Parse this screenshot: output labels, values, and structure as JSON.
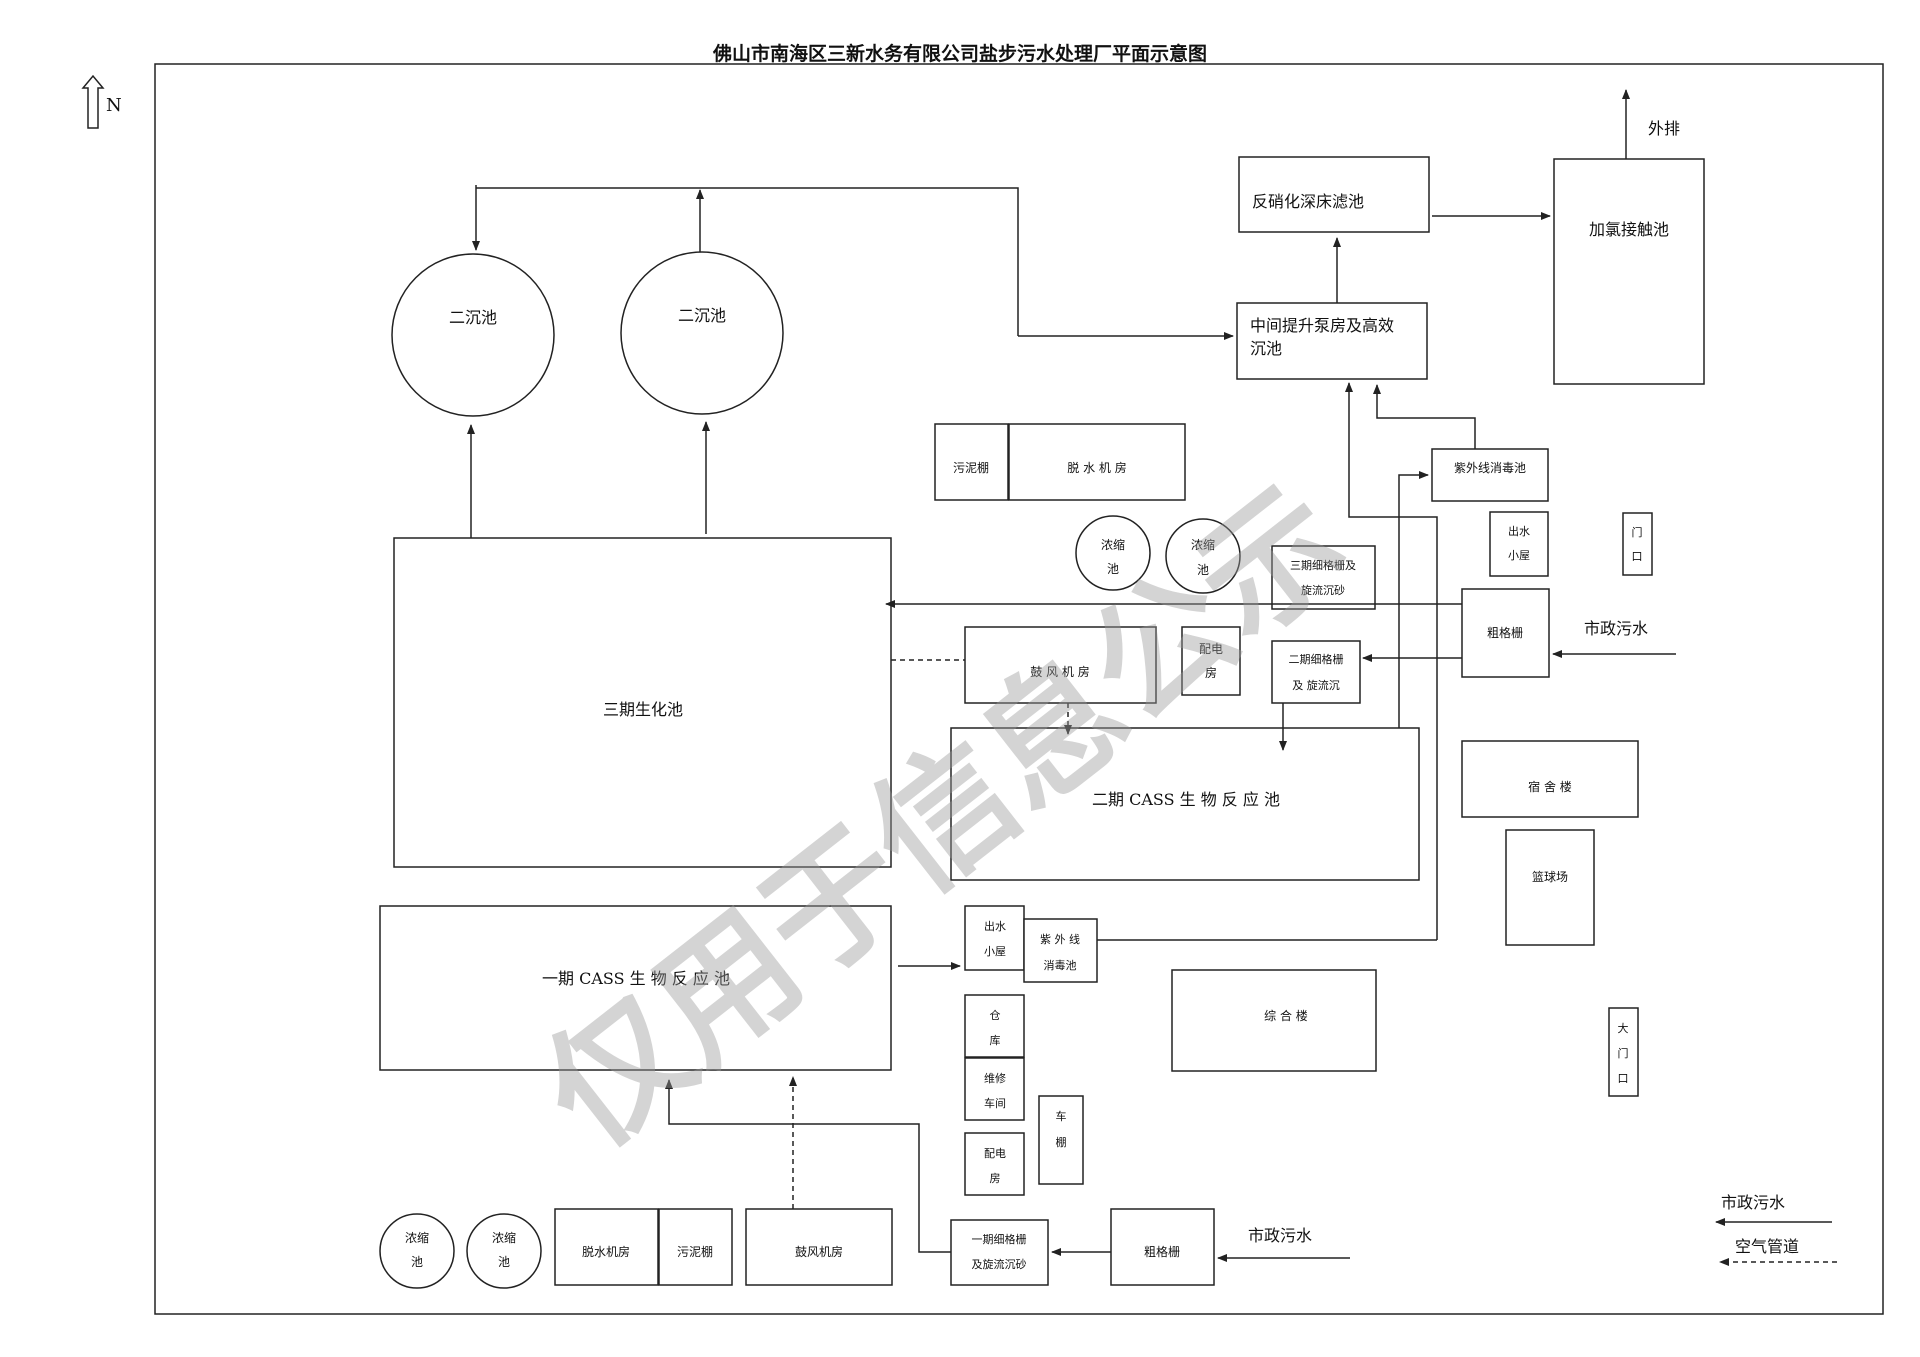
{
  "title": "佛山市南海区三新水务有限公司盐步污水处理厂平面示意图",
  "north": "N",
  "watermark": "仅用于信息公示",
  "labels": {
    "out": "外排",
    "denit": "反硝化深床滤池",
    "chlor": "加氯接触池",
    "midpump1": "中间提升泵房及高效",
    "midpump2": "沉池",
    "clar": "二沉池",
    "sludge_shed": "污泥棚",
    "dewater": "脱 水 机 房",
    "uv3": "紫外线消毒池",
    "thick_a1": "浓缩",
    "thick_a2": "池",
    "fine3_1": "三期细格栅及",
    "fine3_2": "旋流沉砂",
    "out_hut1": "出水",
    "out_hut2": "小屋",
    "gate1": "门",
    "gate2": "口",
    "coarse": "粗格栅",
    "muni": "市政污水",
    "bio3": "三期生化池",
    "blower": "鼓 风 机 房",
    "power1": "配电",
    "power2": "房",
    "fine2_1": "二期细格栅",
    "fine2_2": "及 旋流沉",
    "cass2": "二期 CASS 生 物 反 应 池",
    "dorm": "宿 舍 楼",
    "court": "篮球场",
    "cass1": "一期 CASS 生 物 反 应 池",
    "uv1_1": "紫 外 线",
    "uv1_2": "消毒池",
    "office": "综 合 楼",
    "ware1": "仓",
    "ware2": "库",
    "repair1": "维修",
    "repair2": "车间",
    "car1": "车",
    "car2": "棚",
    "main_gate1": "大",
    "main_gate2": "门",
    "main_gate3": "口",
    "dewater_b": "脱水机房",
    "sludge_b": "污泥棚",
    "blower_b": "鼓风机房",
    "fine1_1": "一期细格栅",
    "fine1_2": "及旋流沉砂",
    "legend_water": "市政污水",
    "legend_air": "空气管道"
  }
}
